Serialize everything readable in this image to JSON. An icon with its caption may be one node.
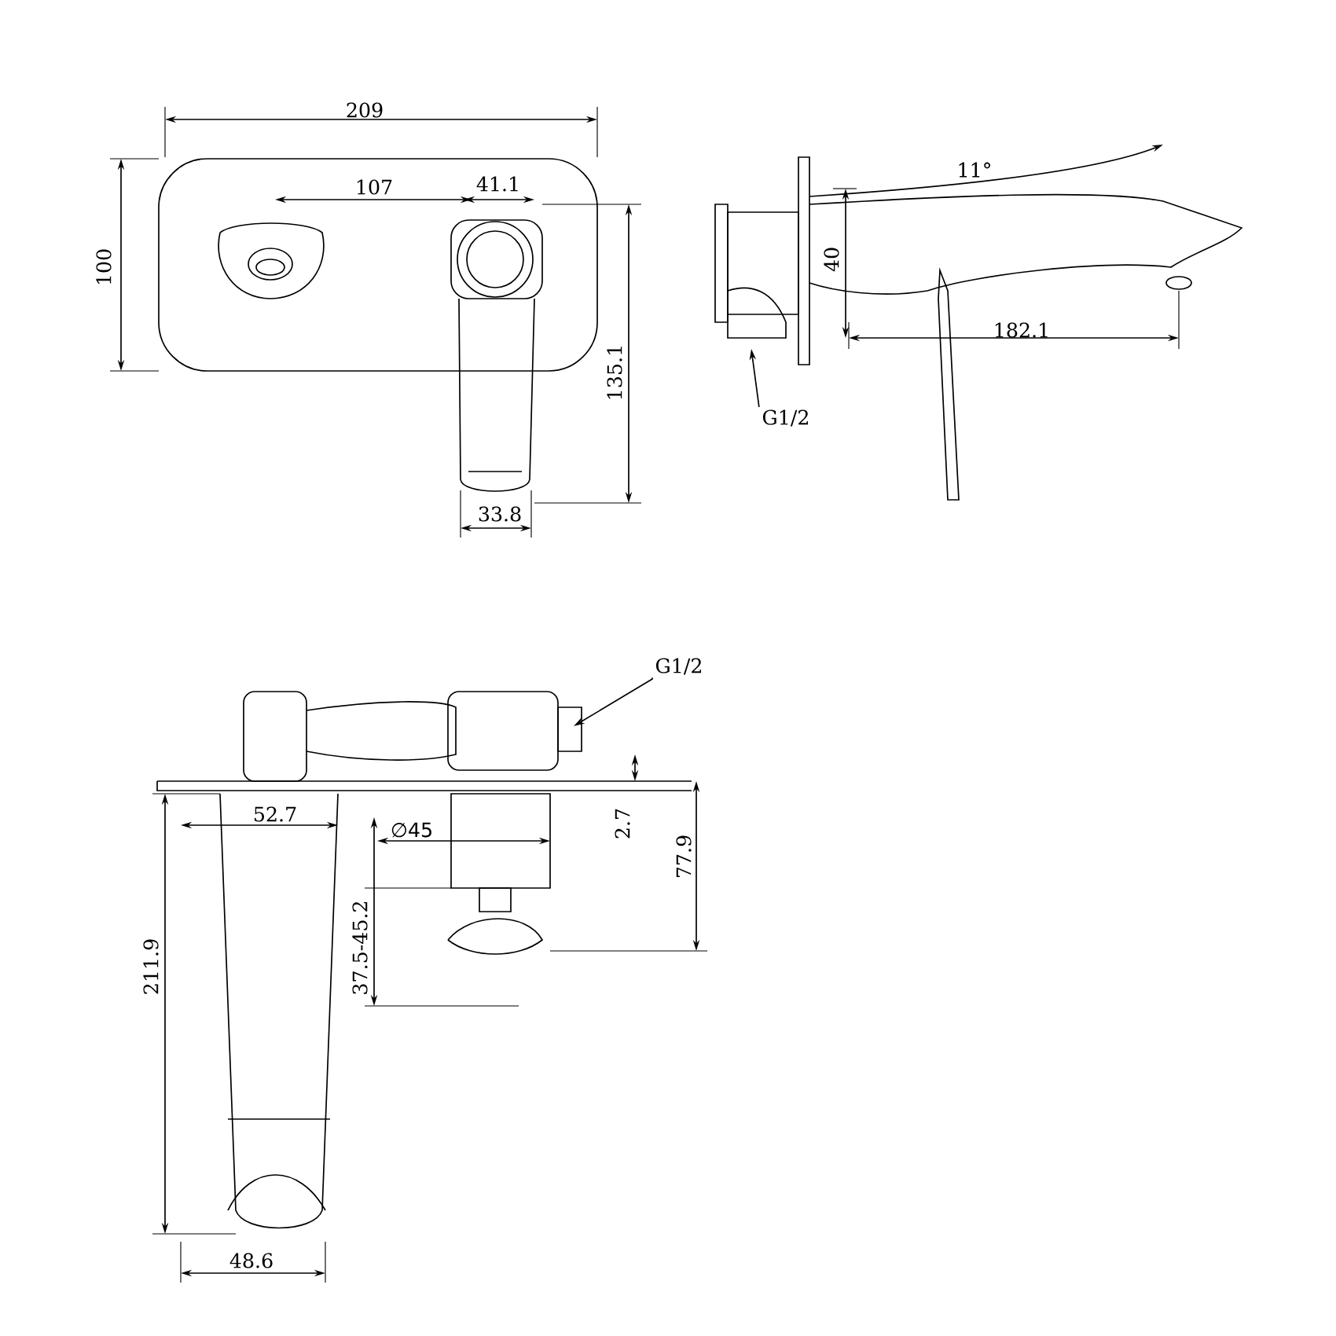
{
  "diagram": {
    "nodes": [
      {
        "text": [
          "G1/2"
        ]
      },
      {
        "text": [
          "G1/2"
        ]
      }
    ],
    "edges": [
      {
        "from": 0,
        "to": null,
        "arrow": "to"
      },
      {
        "from": 1,
        "to": null,
        "arrow": "to"
      }
    ],
    "labels": [
      "209",
      "107",
      "41.1",
      "100",
      "135.1",
      "33.8",
      "11°",
      "40",
      "182.1",
      "52.7",
      "∅45",
      "2.7",
      "77.9",
      "211.9",
      "37.5-45.2",
      "48.6"
    ]
  }
}
